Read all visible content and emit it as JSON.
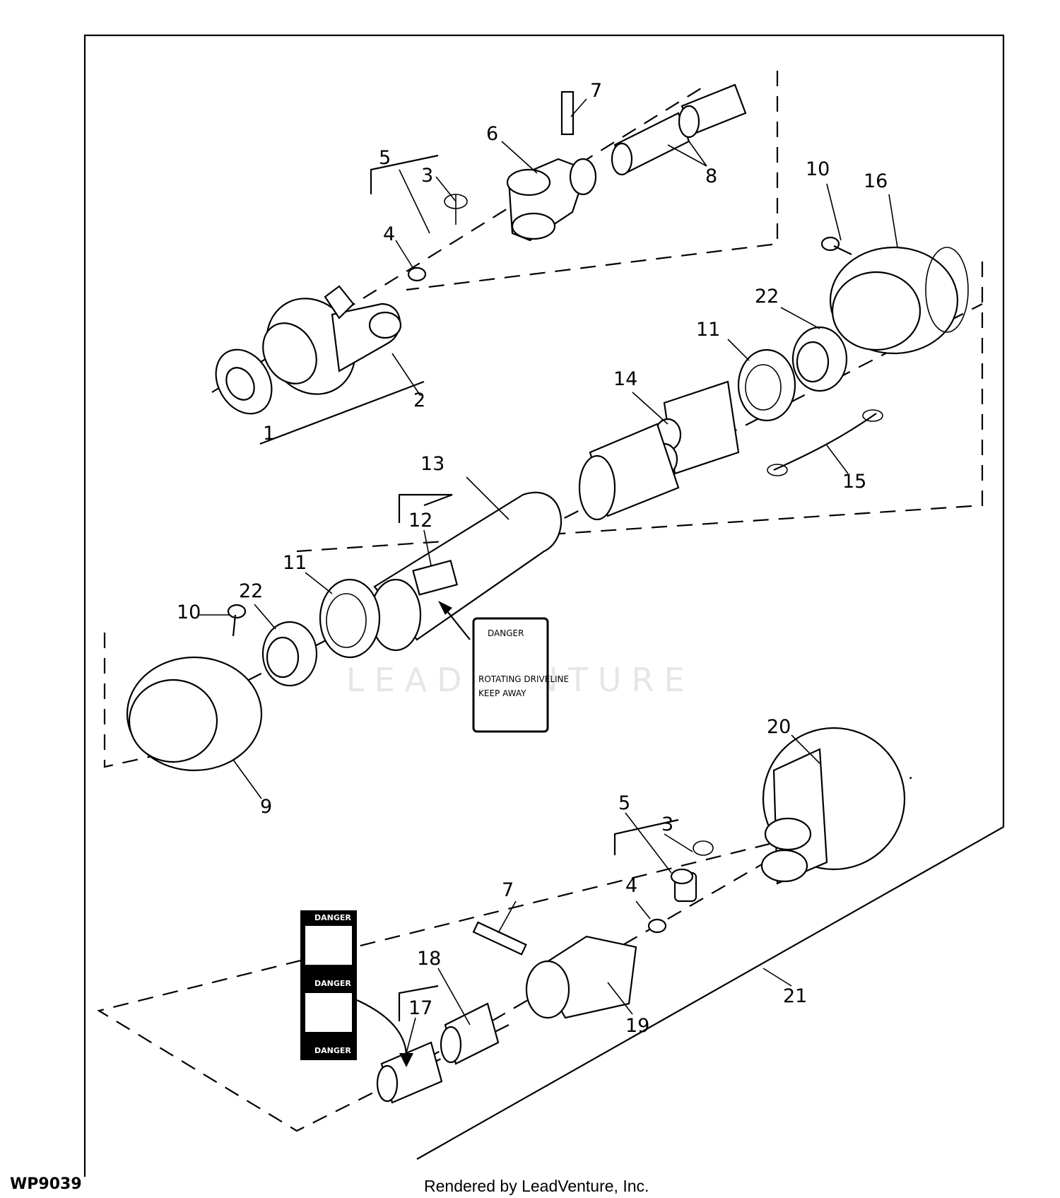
{
  "figure_id": "WP9039",
  "credit": "Rendered by LeadVenture, Inc.",
  "watermark": "LEADVENTURE",
  "callouts": {
    "c1": "1",
    "c2": "2",
    "c3a": "3",
    "c3b": "3",
    "c4a": "4",
    "c4b": "4",
    "c5a": "5",
    "c5b": "5",
    "c6": "6",
    "c7a": "7",
    "c7b": "7",
    "c8": "8",
    "c9": "9",
    "c10a": "10",
    "c10b": "10",
    "c11a": "11",
    "c11b": "11",
    "c12": "12",
    "c13": "13",
    "c14": "14",
    "c15": "15",
    "c16": "16",
    "c17": "17",
    "c18": "18",
    "c19": "19",
    "c20": "20",
    "c21": "21",
    "c22a": "22",
    "c22b": "22"
  },
  "decal_main": {
    "header": "DANGER",
    "line1": "ROTATING DRIVELINE",
    "line2": "KEEP AWAY"
  },
  "decal_strip": {
    "danger1": "DANGER",
    "danger2": "DANGER",
    "danger3": "DANGER"
  }
}
